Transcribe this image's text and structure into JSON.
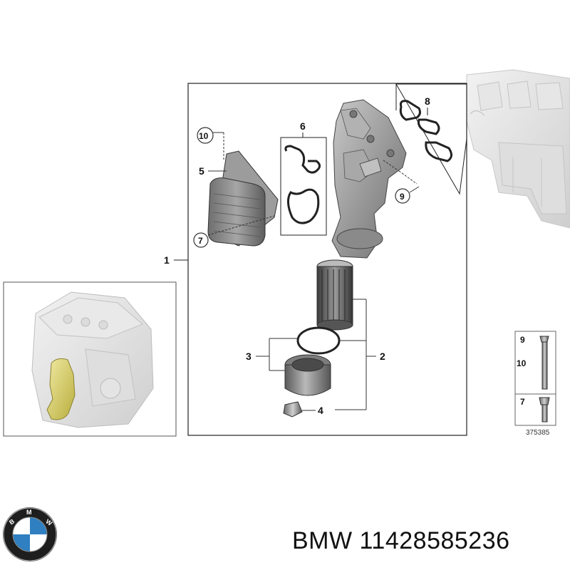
{
  "diagram": {
    "callouts": {
      "c1": "1",
      "c2": "2",
      "c3": "3",
      "c4": "4",
      "c5": "5",
      "c6": "6",
      "c7": "7",
      "c8": "8",
      "c9": "9",
      "c10": "10"
    },
    "legend": {
      "item_9": "9",
      "item_10": "10",
      "item_7": "7",
      "ref_number": "375385"
    }
  },
  "footer": {
    "brand": "BMW",
    "part_number": "11428585236",
    "logo_letters": "BMW"
  },
  "colors": {
    "part_gray": "#8e8e8e",
    "part_dark": "#4a4a4a",
    "highlight_yellow": "#d8cf6a",
    "bmw_blue": "#2f7fc1",
    "bmw_ring": "#1e1e1e"
  }
}
